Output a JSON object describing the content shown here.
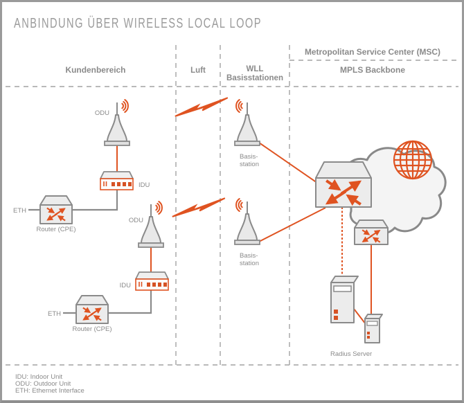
{
  "title": "ANBINDUNG ÜBER WIRELESS LOCAL LOOP",
  "columns": {
    "customer": "Kundenbereich",
    "air": "Luft",
    "wll_line1": "WLL",
    "wll_line2": "Basisstationen",
    "msc": "Metropolitan Service Center (MSC)",
    "backbone": "MPLS Backbone"
  },
  "devices": {
    "odu": "ODU",
    "idu": "IDU",
    "eth": "ETH",
    "router_cpe": "Router (CPE)",
    "basestation_line1": "Basis-",
    "basestation_line2": "station",
    "radius_server": "Radius Server"
  },
  "legend": {
    "idu": "IDU: Indoor Unit",
    "odu": "ODU: Outdoor Unit",
    "eth": "ETH: Ethernet Interface"
  },
  "colors": {
    "accent_orange": "#df5321",
    "line_gray": "#8a8a8a"
  }
}
